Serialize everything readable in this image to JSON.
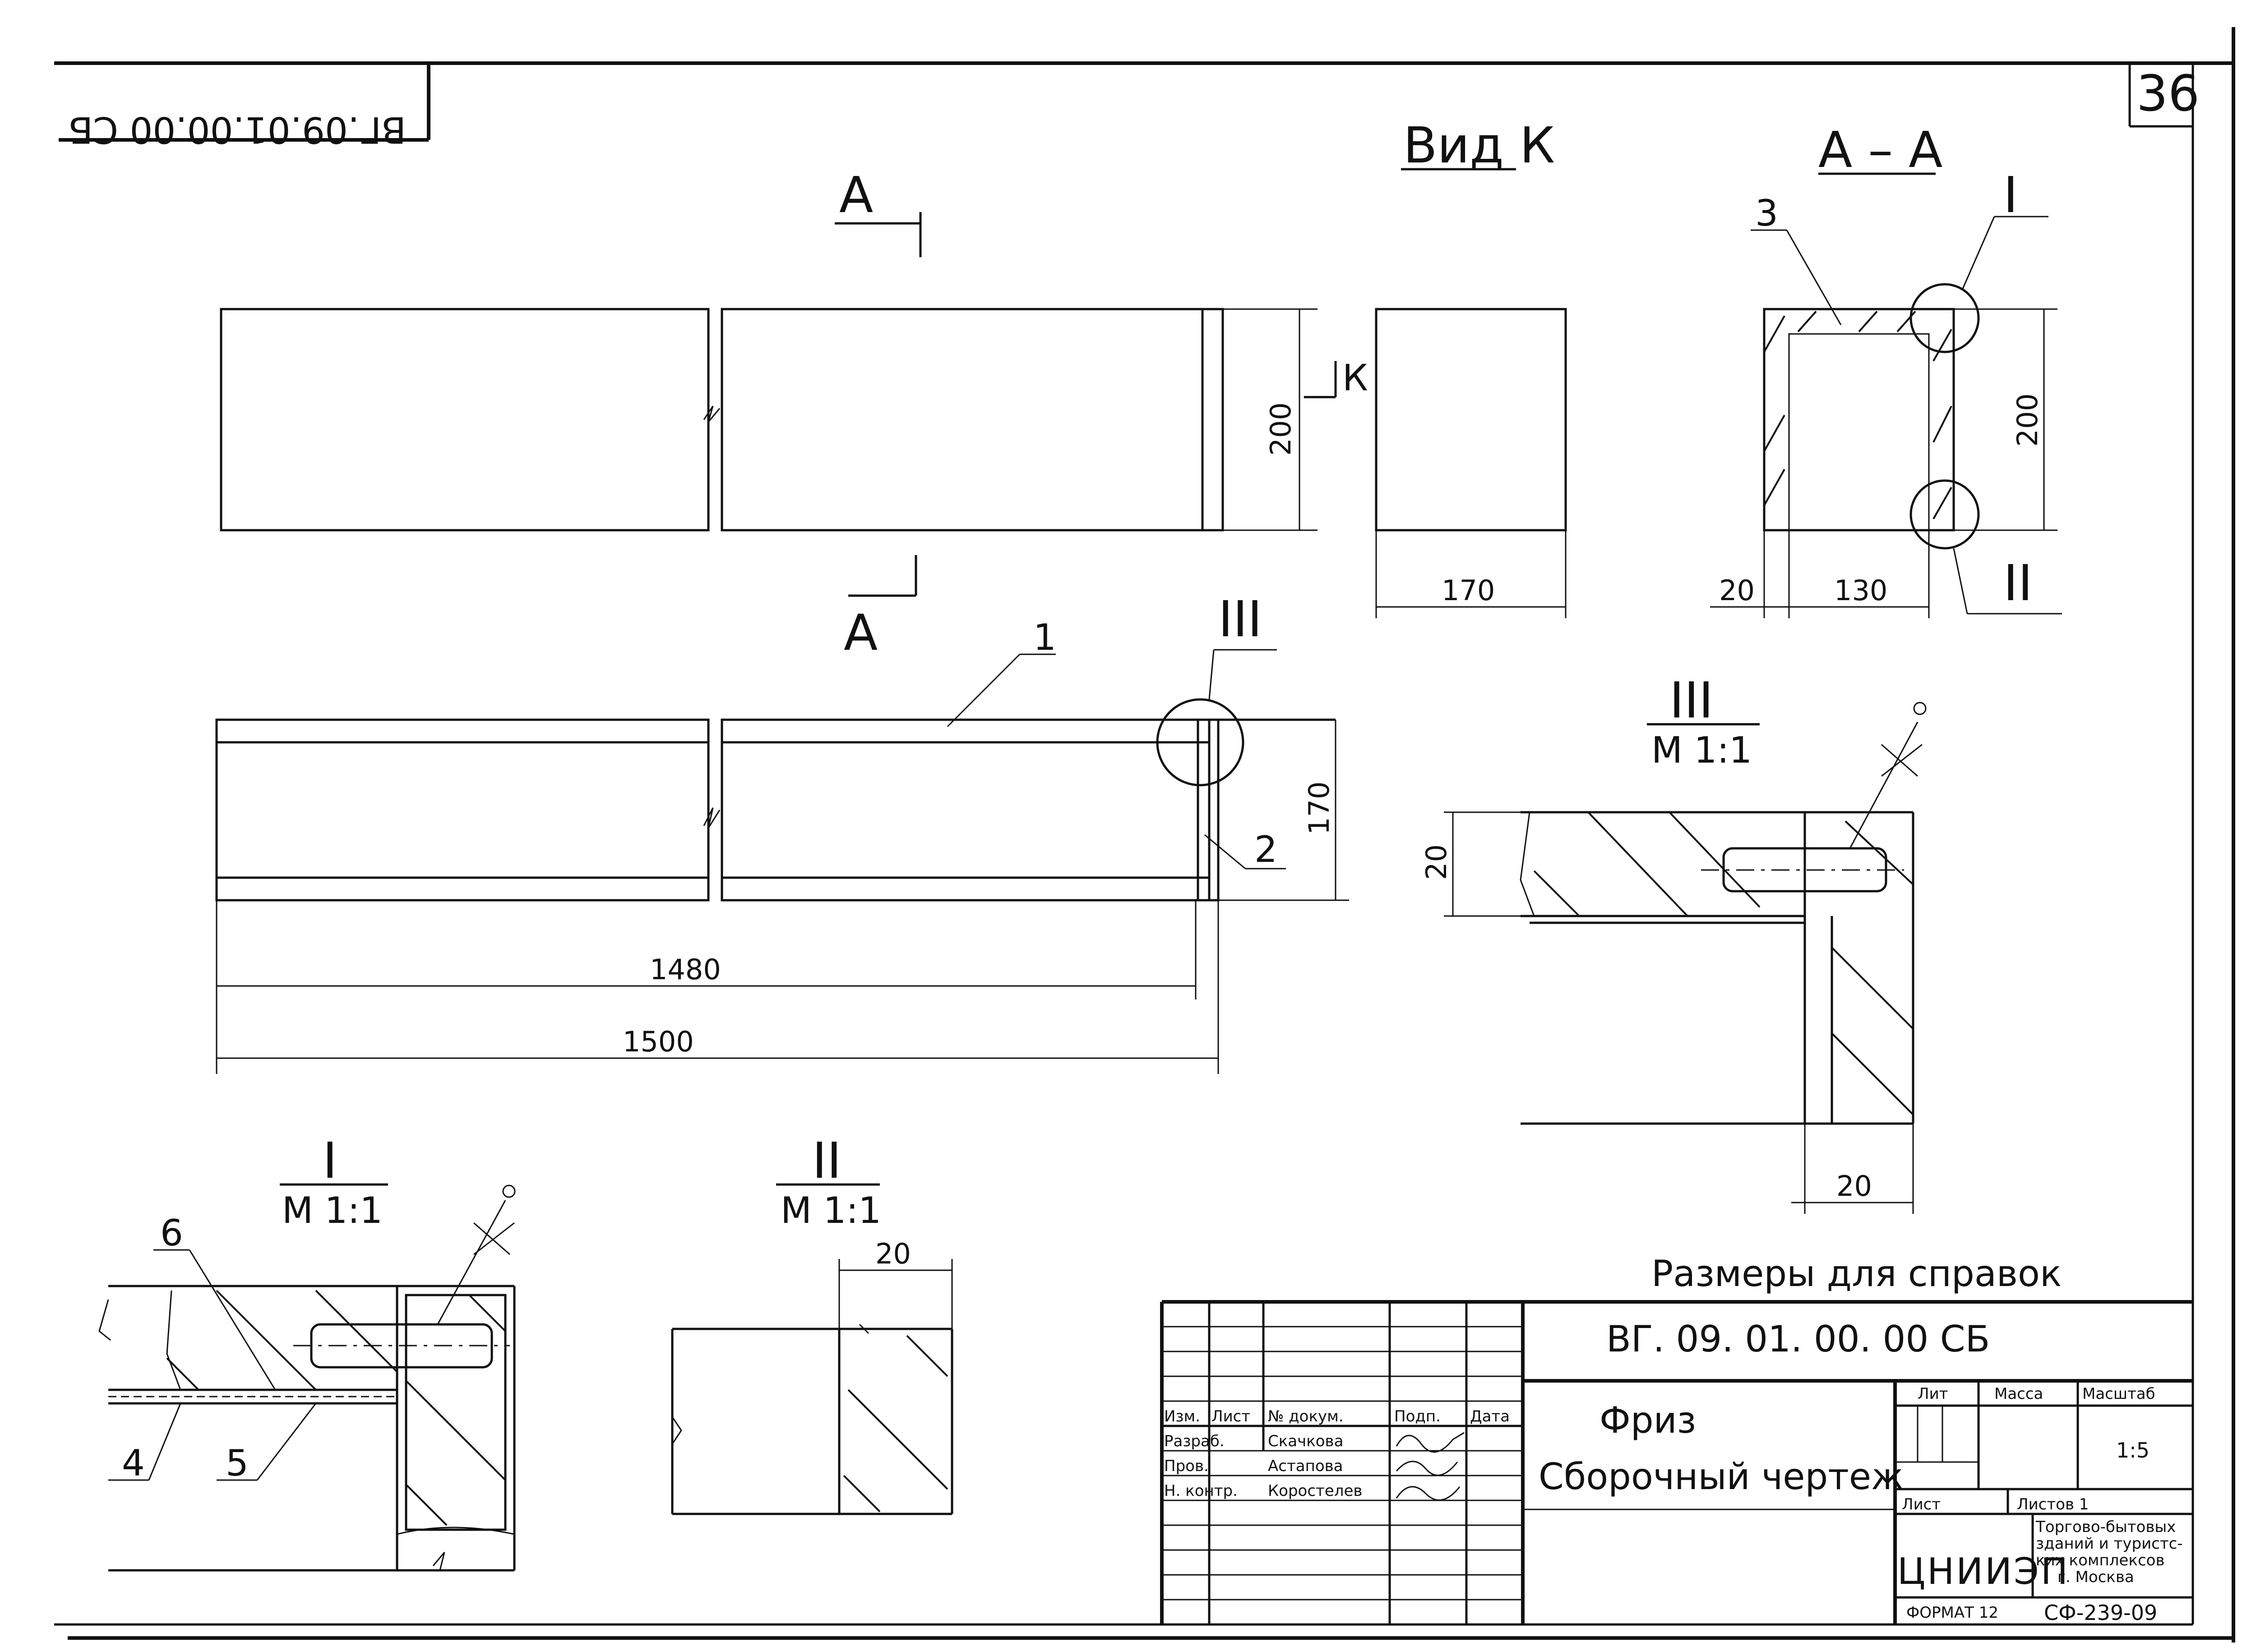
{
  "sheet": {
    "number": "36",
    "code_mirrored": "ВГ.09.01.00.00 СБ",
    "reference_note": "Размеры для справок",
    "format_label": "ФОРМАТ 12",
    "series_code": "СФ-239-09"
  },
  "views": {
    "section_a_label": "А",
    "view_k_title": "Вид К",
    "view_k_arrow": "К",
    "section_aa_title": "А – А",
    "detail_1_label": "I",
    "detail_2_label": "II",
    "detail_3_label": "III",
    "scale_1_1": "М 1:1"
  },
  "dimensions": {
    "height_200": "200",
    "height_170": "170",
    "width_170": "170",
    "len_1480": "1480",
    "len_1500": "1500",
    "sec_20": "20",
    "sec_130": "130",
    "det_20": "20"
  },
  "callouts": [
    "1",
    "2",
    "3",
    "4",
    "5",
    "6"
  ],
  "title_block": {
    "designation": "ВГ. 09. 01. 00. 00 СБ",
    "name": "Фриз",
    "doc_type": "Сборочный чертеж",
    "col_headers": [
      "Изм.",
      "Лист",
      "№ докум.",
      "Подп.",
      "Дата"
    ],
    "rows": [
      {
        "role": "Разраб.",
        "name": "Скачкова"
      },
      {
        "role": "Пров.",
        "name": "Астапова"
      },
      {
        "role": "Н. контр.",
        "name": "Коростелев"
      }
    ],
    "lit_label": "Лит",
    "mass_label": "Масса",
    "scale_label": "Масштаб",
    "scale_value": "1:5",
    "sheet_label": "Лист",
    "sheets_label": "Листов 1",
    "org_logo": "ЦНИИЭП",
    "org_lines": [
      "Торгово-бытовых",
      "зданий и туристс-",
      "ких комплексов",
      "г. Москва"
    ]
  }
}
